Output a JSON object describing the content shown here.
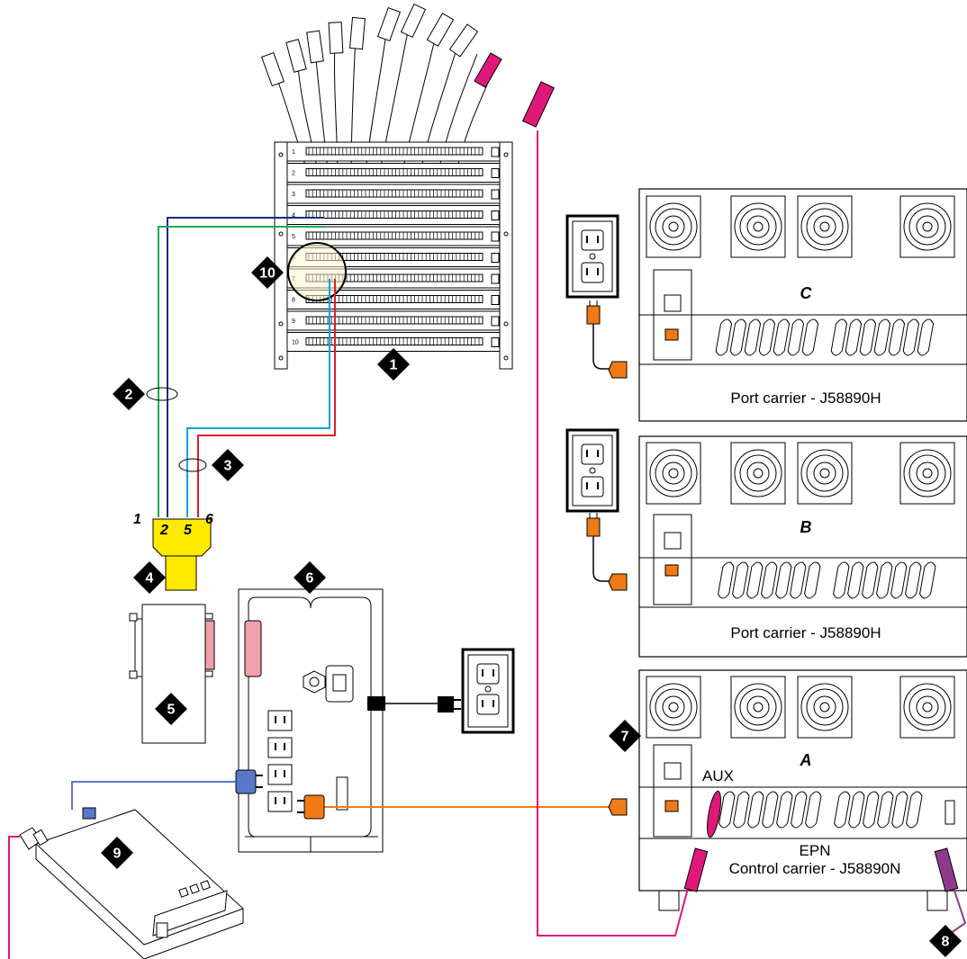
{
  "callouts": [
    "1",
    "2",
    "3",
    "4",
    "5",
    "6",
    "7",
    "8",
    "9",
    "10"
  ],
  "mdf_rows": [
    "1",
    "2",
    "3",
    "4",
    "5",
    "6",
    "7",
    "8",
    "9",
    "10"
  ],
  "pins": {
    "p1": "1",
    "p2": "2",
    "p5": "5",
    "p6": "6"
  },
  "carriers": {
    "c_letter": "C",
    "b_letter": "B",
    "a_letter": "A",
    "c_label": "Port carrier - J58890H",
    "b_label": "Port carrier - J58890H",
    "a_label_line1": "EPN",
    "a_label_line2": "Control carrier - J58890N",
    "aux": "AUX"
  },
  "colors": {
    "magenta": "#e0187a",
    "purple": "#8e3a8c",
    "orange": "#f07a14",
    "yellow": "#ffea00",
    "green": "#19a85a",
    "navy": "#1a2a8a",
    "cyan": "#1aa0d8",
    "red": "#d8202a",
    "blue": "#5a78c8",
    "pink": "#f0a0a8"
  }
}
